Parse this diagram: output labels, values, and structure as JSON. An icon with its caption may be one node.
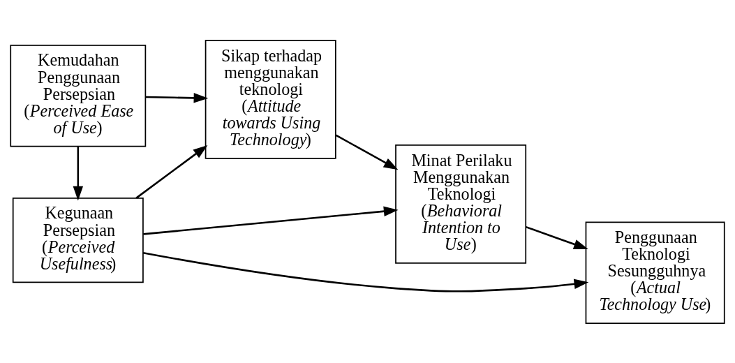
{
  "diagram": {
    "nodes": [
      {
        "text": [
          "Kegunaan Persepsian",
          "(*Perceived Usefulness*)"
        ]
      },
      {
        "text": [
          "Kemudahan Penggunaan Persepsian",
          "(*Perceived Ease of Use*)"
        ]
      },
      {
        "text": [
          "Sikap terhadap menggunakan teknologi",
          "(*Attitude towards Using Technology*)"
        ]
      },
      {
        "text": [
          "Minat Perilaku Menggunakan Teknologi",
          "(*Behavioral Intention to Use*)"
        ]
      },
      {
        "text": [
          "Penggunaan Teknologi Sesungguhnya",
          "(*Actual Technology Use*)"
        ]
      }
    ],
    "edges": [
      {
        "from": 0,
        "to": 2,
        "arrow": "to"
      },
      {
        "from": 0,
        "to": 3,
        "arrow": "to"
      },
      {
        "from": 0,
        "to": 4,
        "arrow": "to"
      },
      {
        "from": 1,
        "to": 0,
        "arrow": "to"
      },
      {
        "from": 1,
        "to": 2,
        "arrow": "to"
      },
      {
        "from": 2,
        "to": 3,
        "arrow": "to"
      },
      {
        "from": 3,
        "to": 4,
        "arrow": "to"
      }
    ]
  }
}
